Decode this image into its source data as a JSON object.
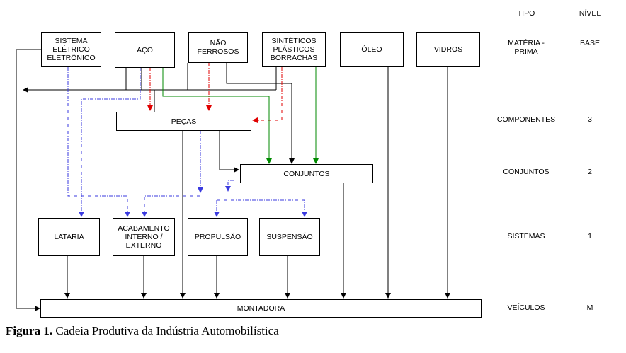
{
  "header": {
    "tipo": "TIPO",
    "nivel": "NÍVEL"
  },
  "levels": [
    {
      "tipo": "MATÉRIA -\nPRIMA",
      "nivel": "BASE"
    },
    {
      "tipo": "COMPONENTES",
      "nivel": "3"
    },
    {
      "tipo": "CONJUNTOS",
      "nivel": "2"
    },
    {
      "tipo": "SISTEMAS",
      "nivel": "1"
    },
    {
      "tipo": "VEÍCULOS",
      "nivel": "M"
    }
  ],
  "nodes": {
    "eletrico": "SISTEMA\nELÉTRICO\nELETRÔNICO",
    "aco": "AÇO",
    "naoferrosos": "NÃO\nFERROSOS",
    "sinteticos": "SINTÉTICOS\nPLÁSTICOS\nBORRACHAS",
    "oleo": "ÓLEO",
    "vidros": "VIDROS",
    "pecas": "PEÇAS",
    "conjuntos": "CONJUNTOS",
    "lataria": "LATARIA",
    "acabamento": "ACABAMENTO\nINTERNO /\nEXTERNO",
    "propulsao": "PROPULSÃO",
    "suspensao": "SUSPENSÃO",
    "montadora": "MONTADORA"
  },
  "caption": {
    "label": "Figura 1.",
    "text": " Cadeia Produtiva da Indústria Automobilística"
  },
  "colors": {
    "black": "#000000",
    "red": "#e00000",
    "green": "#008a00",
    "blue": "#3a3adf"
  }
}
